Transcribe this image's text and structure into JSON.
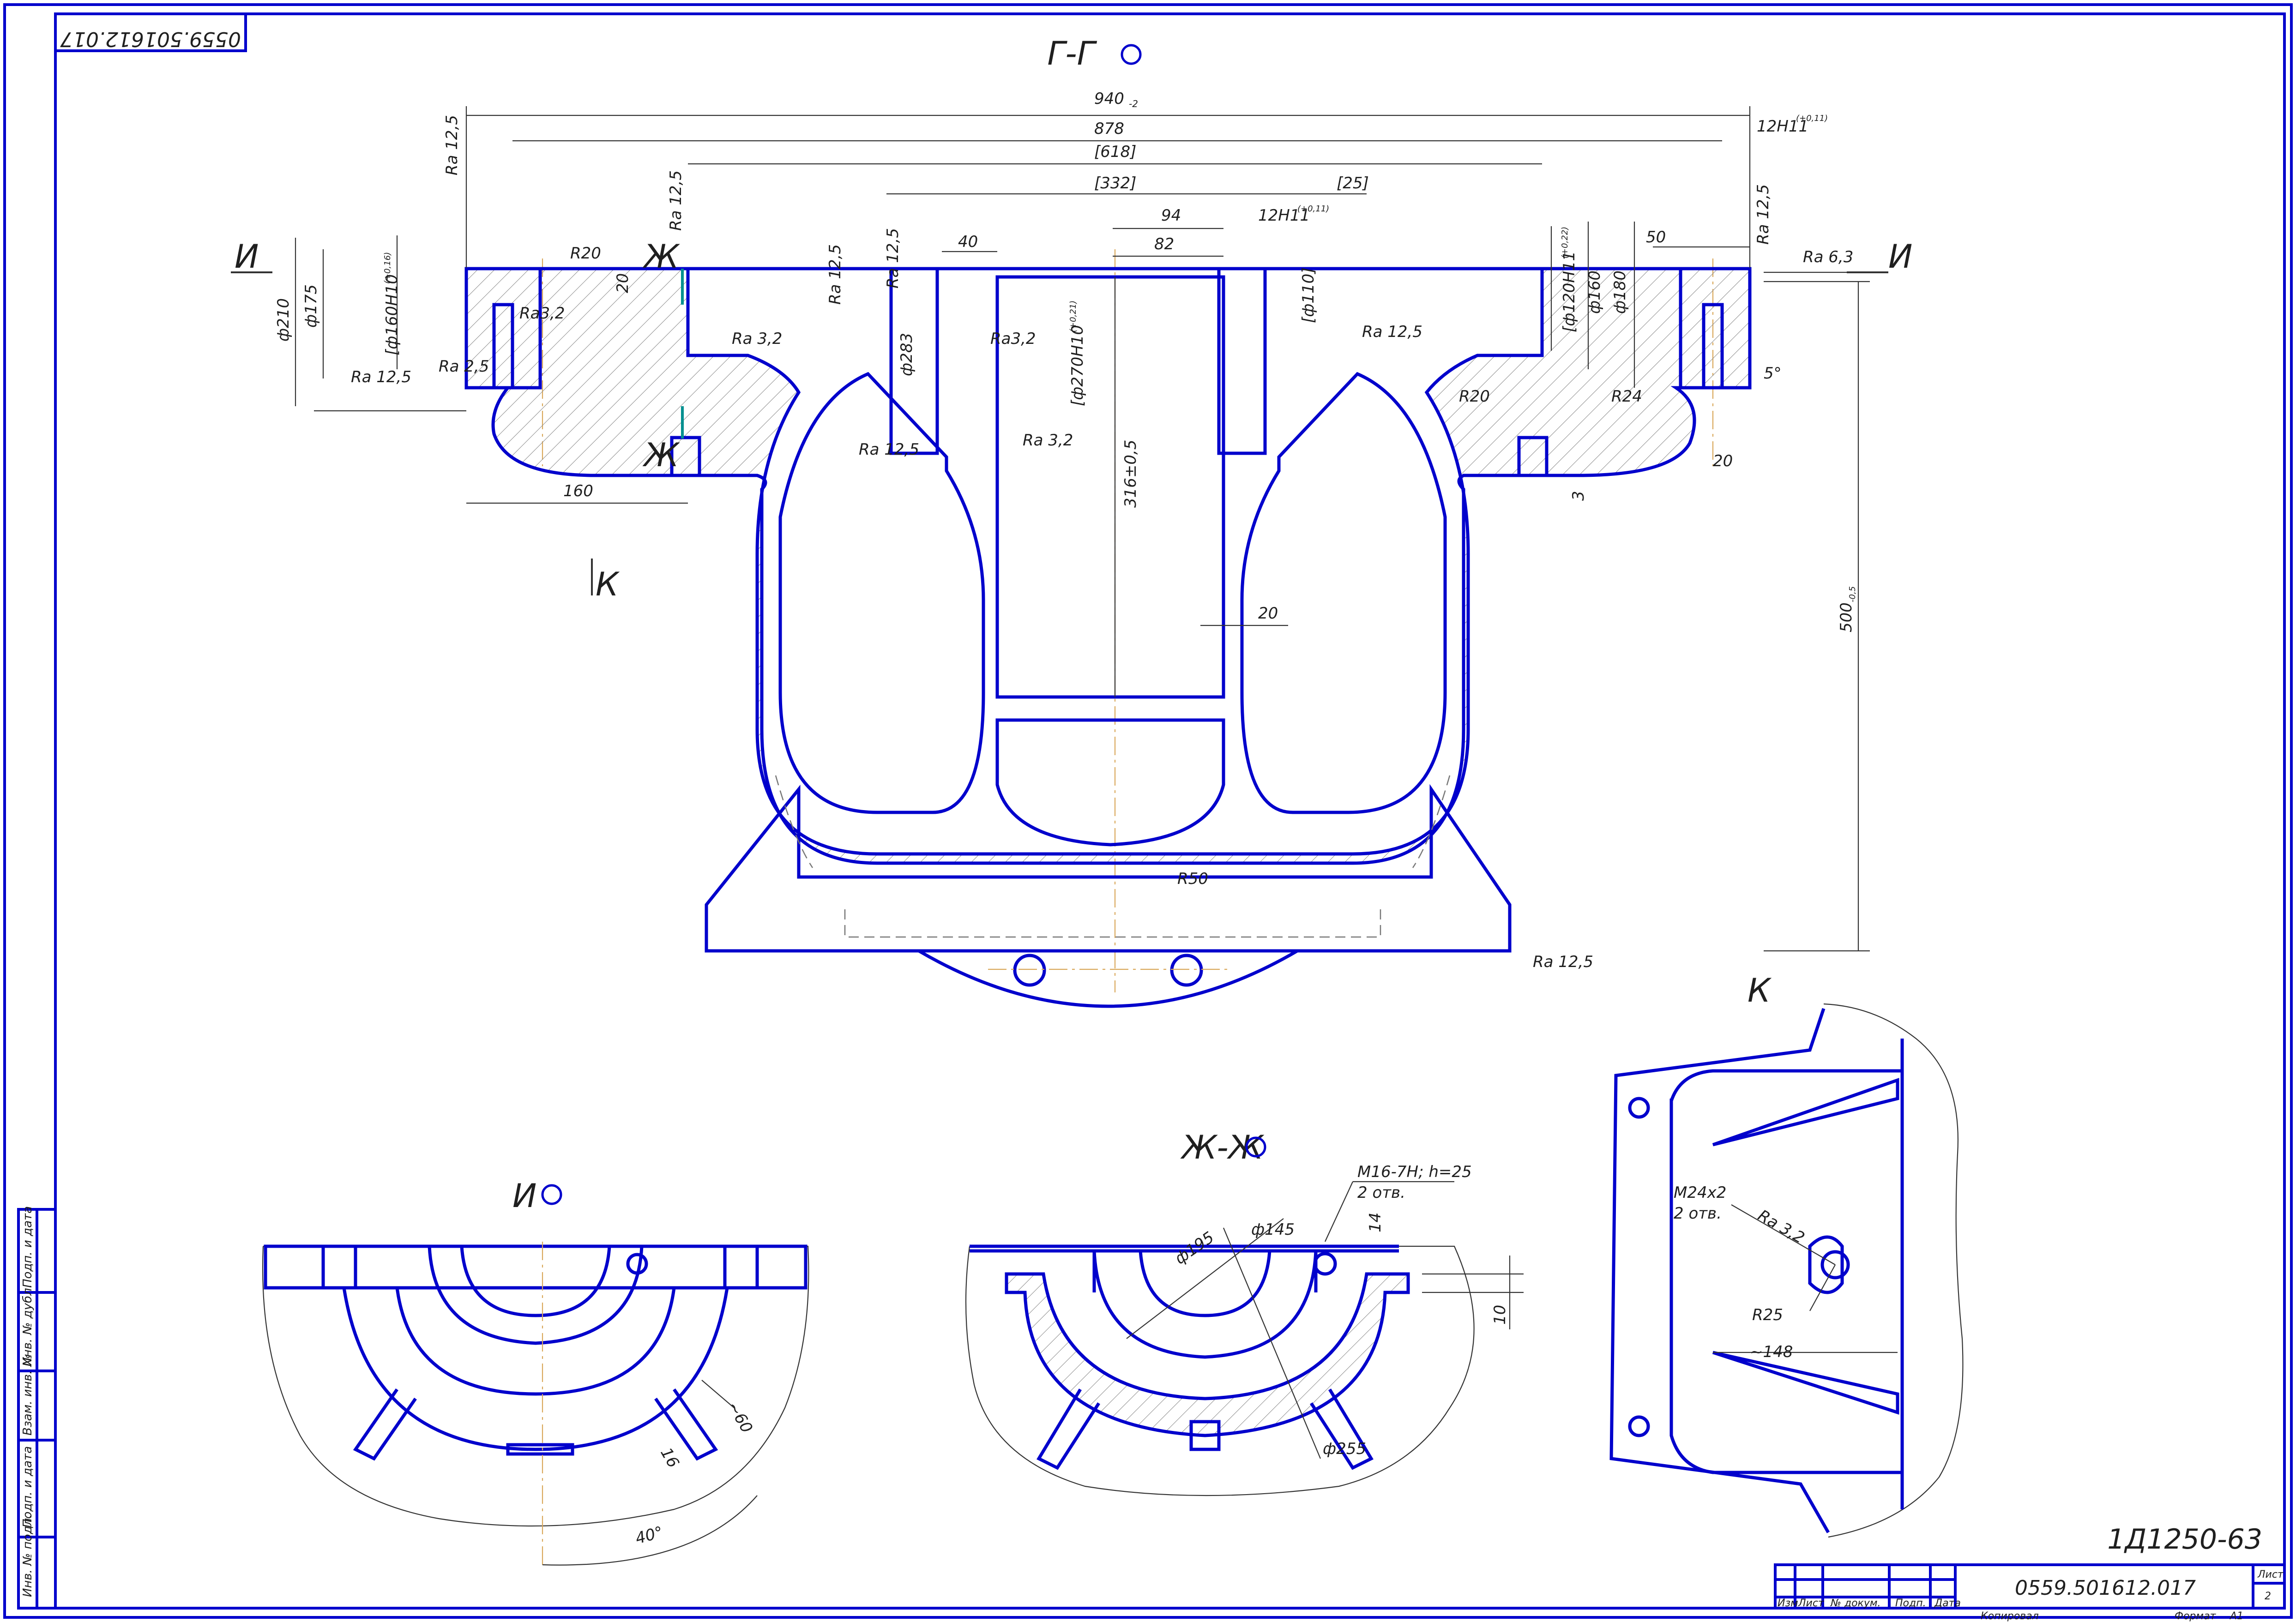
{
  "drawing": {
    "code_stamp": "0559.501612.017",
    "designation": "0559.501612.017",
    "product": "1Д1250-63",
    "sheet_label": "Лист",
    "sheet_number": "2",
    "copied_label": "Копировал",
    "format_label": "Формат",
    "format_value": "А1"
  },
  "title_block": {
    "columns": [
      "Изм",
      "Лист",
      "№ докум.",
      "Подп.",
      "Дата"
    ]
  },
  "side_strip": [
    "Инв. № подл.",
    "Подп. и дата",
    "Взам. инв. №",
    "Инв. № дубл.",
    "Подп. и дата"
  ],
  "views": {
    "main": "Г-Г",
    "bottom_left": "И",
    "bottom_center": "Ж-Ж",
    "right": "К"
  },
  "markers": {
    "i_left": "И",
    "i_right": "И",
    "zh_top": "Ж",
    "zh_bottom": "Ж",
    "k_arrow": "К"
  },
  "main_dims": {
    "d940": "940",
    "d940_tol": "-2",
    "d878": "878",
    "d618": "[618]",
    "d332": "[332]",
    "d25": "[25]",
    "d94": "94",
    "d82": "82",
    "d40": "40",
    "d12h11_top": "12H11",
    "d12h11_top_tol": "(+0,11)",
    "d12h11_right": "12H11",
    "d12h11_right_tol": "(+0,11)",
    "d50": "50",
    "d160_bottom": "160",
    "d20_left": "20",
    "d20_wall": "20",
    "d20_right": "20",
    "d3": "3",
    "d316": "316±0,5",
    "d500": "500",
    "d500_tol": "-0,5",
    "phi210": "ф210",
    "phi175": "ф175",
    "phi160h10": "[ф160H10",
    "phi160h10_tol": "(+0,16)",
    "phi283": "ф283",
    "phi270h10": "[ф270H10",
    "phi270h10_tol": "(+0,21)",
    "phi110": "[ф110]",
    "phi120h11": "[ф120H11",
    "phi120h11_tol": "(+0,22)",
    "phi160": "ф160",
    "phi180": "ф180",
    "r20_a": "R20",
    "r20_b": "R20",
    "r24": "R24",
    "r50": "R50",
    "angle5": "5°"
  },
  "roughness": {
    "ra125_a": "Ra 12,5",
    "ra125_b": "Ra 12,5",
    "ra125_c": "Ra 12,5",
    "ra125_d": "Ra 12,5",
    "ra125_e": "Ra 12,5",
    "ra125_f": "Ra 12,5",
    "ra125_g": "Ra 12,5",
    "ra125_h": "Ra 12,5",
    "ra125_i": "Ra 12,5",
    "ra32_a": "Ra3,2",
    "ra32_b": "Ra 3,2",
    "ra32_c": "Ra3,2",
    "ra32_d": "Ra 3,2",
    "ra25": "Ra 2,5",
    "ra63": "Ra 6,3"
  },
  "view_i": {
    "d60": "~60",
    "d16": "16",
    "angle40": "40°"
  },
  "view_zh": {
    "thread": "M16-7H; h=25",
    "holes": "2 отв.",
    "phi195": "ф195",
    "phi145": "ф145",
    "phi255": "ф255",
    "d14": "14",
    "d10": "10"
  },
  "view_k": {
    "thread": "M24x2",
    "holes": "2 отв.",
    "ra32": "Ra 3,2",
    "r25": "R25",
    "d148": "~148"
  }
}
